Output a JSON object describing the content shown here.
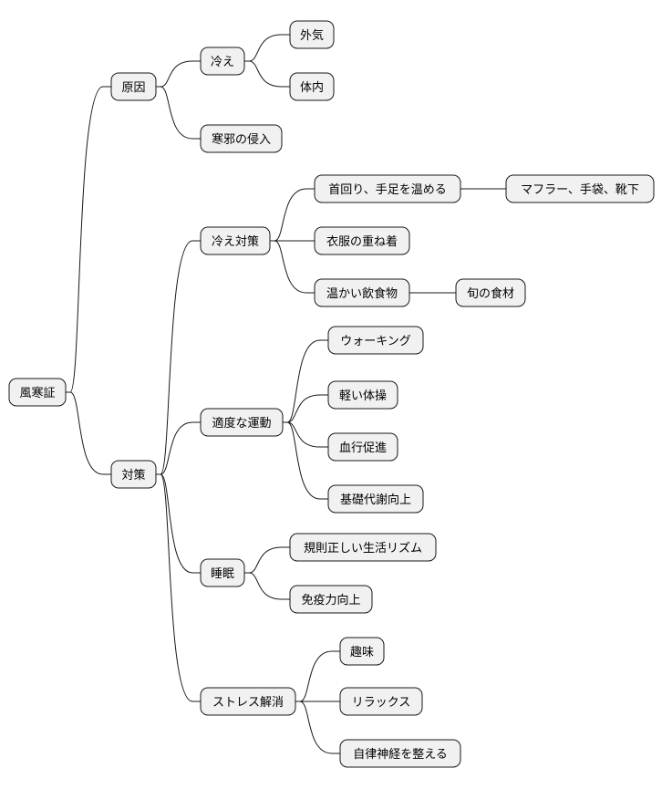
{
  "mindmap": {
    "root": "風寒証",
    "nodes": [
      {
        "id": "root",
        "label": "風寒証"
      },
      {
        "id": "cause",
        "label": "原因"
      },
      {
        "id": "chill",
        "label": "冷え"
      },
      {
        "id": "outer",
        "label": "外気"
      },
      {
        "id": "inner",
        "label": "体内"
      },
      {
        "id": "invasion",
        "label": "寒邪の侵入"
      },
      {
        "id": "measures",
        "label": "対策"
      },
      {
        "id": "chill_measures",
        "label": "冷え対策"
      },
      {
        "id": "warm_neck",
        "label": "首回り、手足を温める"
      },
      {
        "id": "muffler",
        "label": "マフラー、手袋、靴下"
      },
      {
        "id": "layering",
        "label": "衣服の重ね着"
      },
      {
        "id": "warm_food",
        "label": "温かい飲食物"
      },
      {
        "id": "seasonal",
        "label": "旬の食材"
      },
      {
        "id": "exercise",
        "label": "適度な運動"
      },
      {
        "id": "walking",
        "label": "ウォーキング"
      },
      {
        "id": "light_gym",
        "label": "軽い体操"
      },
      {
        "id": "circulation",
        "label": "血行促進"
      },
      {
        "id": "metabolism",
        "label": "基礎代謝向上"
      },
      {
        "id": "sleep",
        "label": "睡眠"
      },
      {
        "id": "regular_life",
        "label": "規則正しい生活リズム"
      },
      {
        "id": "immunity",
        "label": "免疫力向上"
      },
      {
        "id": "stress",
        "label": "ストレス解消"
      },
      {
        "id": "hobby",
        "label": "趣味"
      },
      {
        "id": "relax",
        "label": "リラックス"
      },
      {
        "id": "autonomic",
        "label": "自律神経を整える"
      }
    ],
    "edges": [
      [
        "root",
        "cause"
      ],
      [
        "root",
        "measures"
      ],
      [
        "cause",
        "chill"
      ],
      [
        "cause",
        "invasion"
      ],
      [
        "chill",
        "outer"
      ],
      [
        "chill",
        "inner"
      ],
      [
        "measures",
        "chill_measures"
      ],
      [
        "measures",
        "exercise"
      ],
      [
        "measures",
        "sleep"
      ],
      [
        "measures",
        "stress"
      ],
      [
        "chill_measures",
        "warm_neck"
      ],
      [
        "chill_measures",
        "layering"
      ],
      [
        "chill_measures",
        "warm_food"
      ],
      [
        "warm_neck",
        "muffler"
      ],
      [
        "warm_food",
        "seasonal"
      ],
      [
        "exercise",
        "walking"
      ],
      [
        "exercise",
        "light_gym"
      ],
      [
        "exercise",
        "circulation"
      ],
      [
        "exercise",
        "metabolism"
      ],
      [
        "sleep",
        "regular_life"
      ],
      [
        "sleep",
        "immunity"
      ],
      [
        "stress",
        "hobby"
      ],
      [
        "stress",
        "relax"
      ],
      [
        "stress",
        "autonomic"
      ]
    ]
  }
}
